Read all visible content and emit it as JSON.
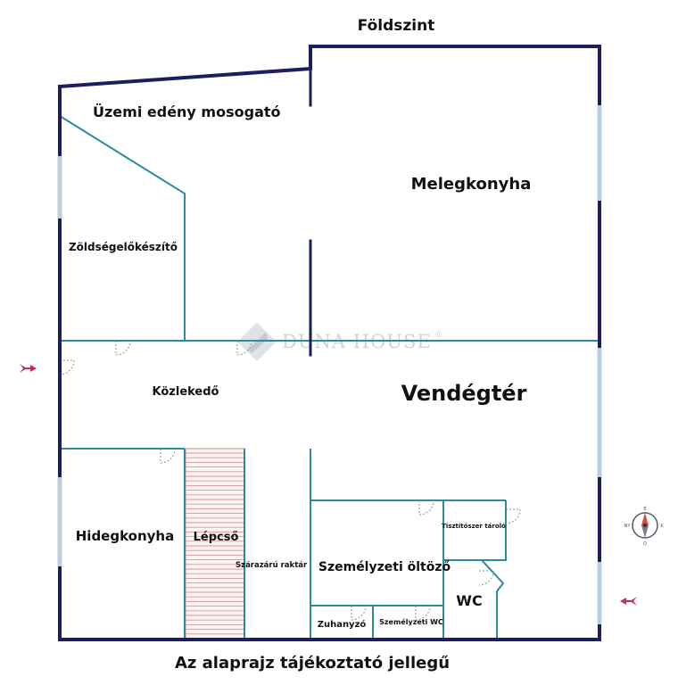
{
  "title": "Földszint",
  "footer": "Az alaprajz tájékoztató jellegű",
  "watermark": "DUNA HOUSE",
  "watermark_mark": "®",
  "rooms": {
    "uzemi": "Üzemi edény mosogató",
    "meleg": "Melegkonyha",
    "zoldseg": "Zöldségelőkészítő",
    "kozlekedo": "Közlekedő",
    "vendeg": "Vendégtér",
    "hideg": "Hidegkonyha",
    "lepcso": "Lépcső",
    "szaraz": "Szárazárú raktár",
    "oltozo": "Személyzeti öltöző",
    "tisztito": "Tisztítószer tároló",
    "wc": "WC",
    "zuhanyzo": "Zuhanyzó",
    "szem_wc": "Személyzeti WC"
  },
  "compass": {
    "n": "É",
    "s": "D",
    "e": "K",
    "w": "NY"
  },
  "colors": {
    "outer_wall": "#1b1f5e",
    "inner_wall": "#2a8c9c",
    "window": "#b9cfe0",
    "stairs": "#c98a8a",
    "entrance_arrow": "#c2305a"
  }
}
